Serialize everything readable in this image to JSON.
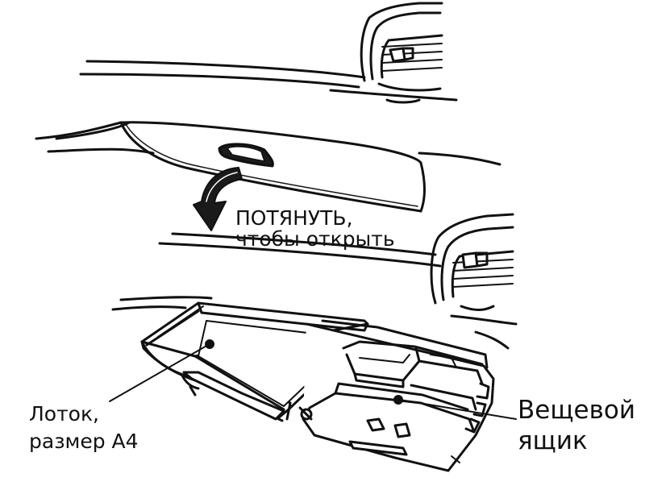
{
  "labels": {
    "pull": {
      "line1": "ПОТЯНУТЬ,",
      "line2": "чтобы открыть"
    },
    "tray": {
      "line1": "Лоток,",
      "line2": "размер А4"
    },
    "glovebox": {
      "line1": "Вещевой",
      "line2": "ящик"
    }
  },
  "colors": {
    "ink": "#111111",
    "paper": "#ffffff",
    "shadow": "#222222"
  }
}
